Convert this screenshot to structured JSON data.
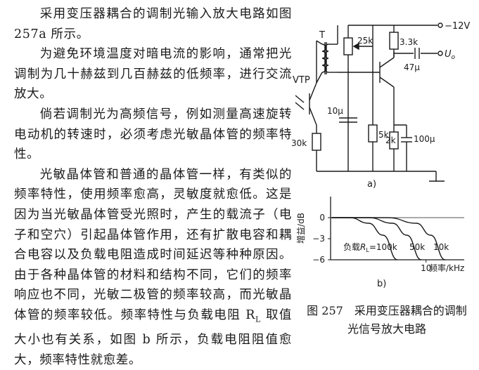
{
  "paragraphs": [
    "采用变压器耦合的调制光输入放大电路如图 257a 所示。",
    "为避免环境温度对暗电流的影响，通常把光调制为几十赫兹到几百赫兹的低频率，进行交流放大。",
    "倘若调制光为高频信号，例如测量高速旋转电动机的转速时，必须考虑光敏晶体管的频率特性。",
    "光敏晶体管和普通的晶体管一样，有类似的频率特性，使用频率愈高，灵敏度就愈低。这是因为当光敏晶体管受光照时，产生的载流子（电子和空穴）引起晶体管作用，还有扩散电容和耦合电容以及负载电阻造成时间延迟等种种原因。由于各种晶体管的材料和结构不同，它们的频率响应也不同，光敏二极管的频率较高，而光敏晶体管的频率较低。频率特性与负载电阻 R",
    "L",
    " 取值大小也有关系，如图 b 所示，负载电阻阻值愈大，频率特性就愈差。"
  ],
  "circuit": {
    "supply": "−12V",
    "transformer": "T",
    "phototransistor": "VTP",
    "r_pot": "25k",
    "r_collector": "3.3k",
    "c_out": "47μ",
    "output_label": "U",
    "output_sub": "o",
    "c_base": "10μ",
    "r_base": "5k",
    "r_emitter": "2k",
    "c_emitter": "100μ",
    "r_load": "30k",
    "label": "a)"
  },
  "chart_data": {
    "type": "line",
    "ylabel": "增益/dB",
    "xlabel": "频率/kHz",
    "y_ticks": [
      "0",
      "−3",
      "−6"
    ],
    "x_ticks": [
      "10"
    ],
    "ylim": [
      -6,
      3
    ],
    "legend_prefix": "负载",
    "legend_symbol": "R",
    "legend_sub": "L",
    "legend_eq": "=100k",
    "series": [
      {
        "name": "100k",
        "x": [
          0.1,
          2,
          4,
          5.5,
          7
        ],
        "y": [
          0,
          0,
          -0.8,
          -2.5,
          -6
        ]
      },
      {
        "name": "50k",
        "x": [
          0.1,
          4,
          6.5,
          8,
          9.5
        ],
        "y": [
          0,
          0,
          -0.8,
          -2.5,
          -6
        ]
      },
      {
        "name": "10k",
        "x": [
          0.1,
          6,
          9,
          10.5,
          12
        ],
        "y": [
          0,
          0,
          -0.8,
          -2.5,
          -6
        ]
      }
    ],
    "label": "b)"
  },
  "caption": {
    "line1": "图 257　采用变压器耦合的调制",
    "line2": "光信号放大电路"
  }
}
